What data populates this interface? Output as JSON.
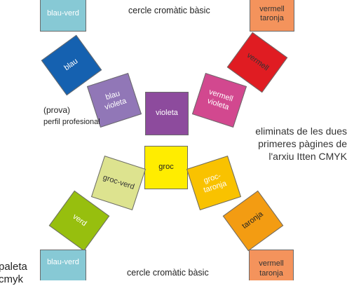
{
  "top_title": "cercle cromàtic bàsic",
  "bottom_title": "cercle cromàtic bàsic",
  "squares": {
    "blau_verd_top": {
      "label": "blau-verd",
      "bg": "#87c9d5",
      "fg": "#ffffff"
    },
    "vermell_taronja_top": {
      "label": "vermell taronja",
      "bg": "#f4935c",
      "fg": "#333333"
    },
    "blau": {
      "label": "blau",
      "bg": "#1561b0",
      "fg": "#ffffff"
    },
    "vermell": {
      "label": "vermell",
      "bg": "#e01c22",
      "fg": "#333333"
    },
    "blau_violeta": {
      "label": "blau violeta",
      "bg": "#9177b7",
      "fg": "#ffffff"
    },
    "violeta": {
      "label": "violeta",
      "bg": "#8d4b9d",
      "fg": "#ffffff"
    },
    "vermell_violeta": {
      "label": "vermell violeta",
      "bg": "#d2488f",
      "fg": "#ffffff"
    },
    "groc": {
      "label": "groc",
      "bg": "#ffed00",
      "fg": "#222222"
    },
    "groc_verd": {
      "label": "groc-verd",
      "bg": "#dde38f",
      "fg": "#333333"
    },
    "groc_taronja": {
      "label": "groc-taronja",
      "bg": "#f9c200",
      "fg": "#ffffff"
    },
    "verd": {
      "label": "verd",
      "bg": "#97bf0e",
      "fg": "#ffffff"
    },
    "taronja": {
      "label": "taronja",
      "bg": "#f39c12",
      "fg": "#222222"
    },
    "blau_verd_bottom": {
      "label": "blau-verd",
      "bg": "#87c9d5",
      "fg": "#ffffff"
    },
    "vermell_taronja_bottom": {
      "label": "vermell taronja",
      "bg": "#f4935c",
      "fg": "#333333"
    }
  },
  "prova": "(prova)",
  "perfil": "perfil profesional",
  "note_line1": "eliminats de les dues",
  "note_line2": "primeres pàgines de",
  "note_line3": "l'arxiu Itten CMYK",
  "paleta_line1": "paleta",
  "paleta_line2": "cmyk"
}
